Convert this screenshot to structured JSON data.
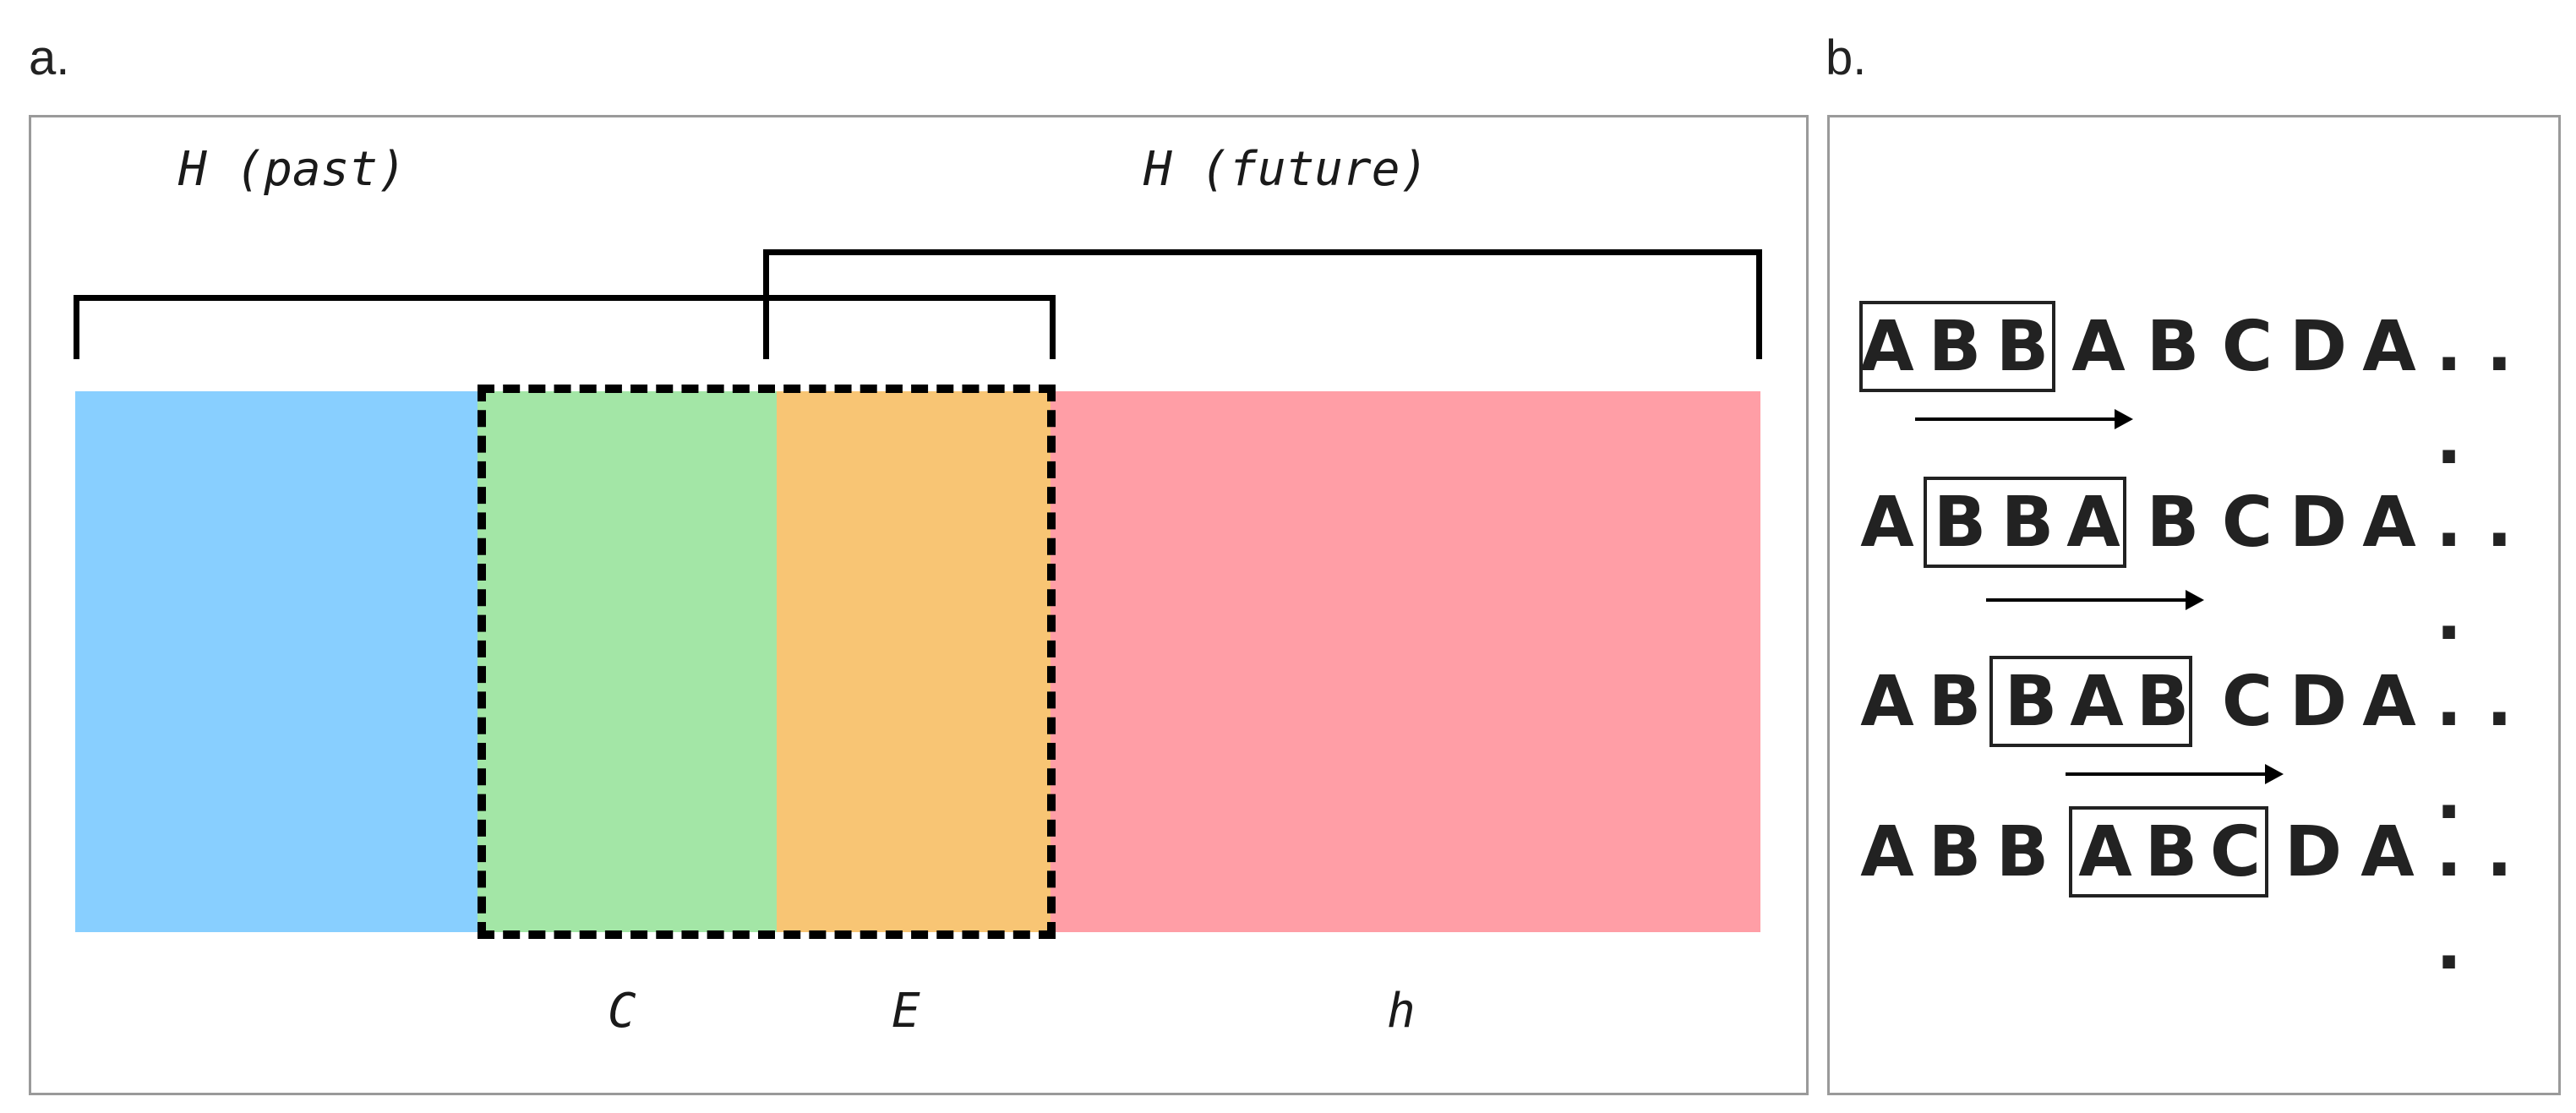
{
  "panels": {
    "a": {
      "letter": "a.",
      "labels": {
        "past": "H (past)",
        "future": "H (future)",
        "c": "C",
        "e": "E",
        "h": "h"
      },
      "colors": {
        "past_region": "#88cfff",
        "c_region": "#a3e6a6",
        "e_region": "#f8c574",
        "future_region": "#ff9ea6",
        "bracket": "#000000",
        "window_border": "#000000"
      }
    },
    "b": {
      "letter": "b.",
      "rows": [
        {
          "tokens": [
            "A",
            "B",
            "B",
            "A",
            "B",
            "C",
            "D",
            "A",
            ". . ."
          ],
          "window": "A B B"
        },
        {
          "tokens": [
            "A",
            "B",
            "B",
            "A",
            "B",
            "C",
            "D",
            "A",
            ". . ."
          ],
          "window": "B B A"
        },
        {
          "tokens": [
            "A",
            "B",
            "B",
            "A",
            "B",
            "C",
            "D",
            "A",
            ". . ."
          ],
          "window": "B A B"
        },
        {
          "tokens": [
            "A",
            "B",
            "B",
            "A",
            "B",
            "C",
            "D",
            "A",
            ". . ."
          ],
          "window": "A B C"
        }
      ]
    }
  }
}
